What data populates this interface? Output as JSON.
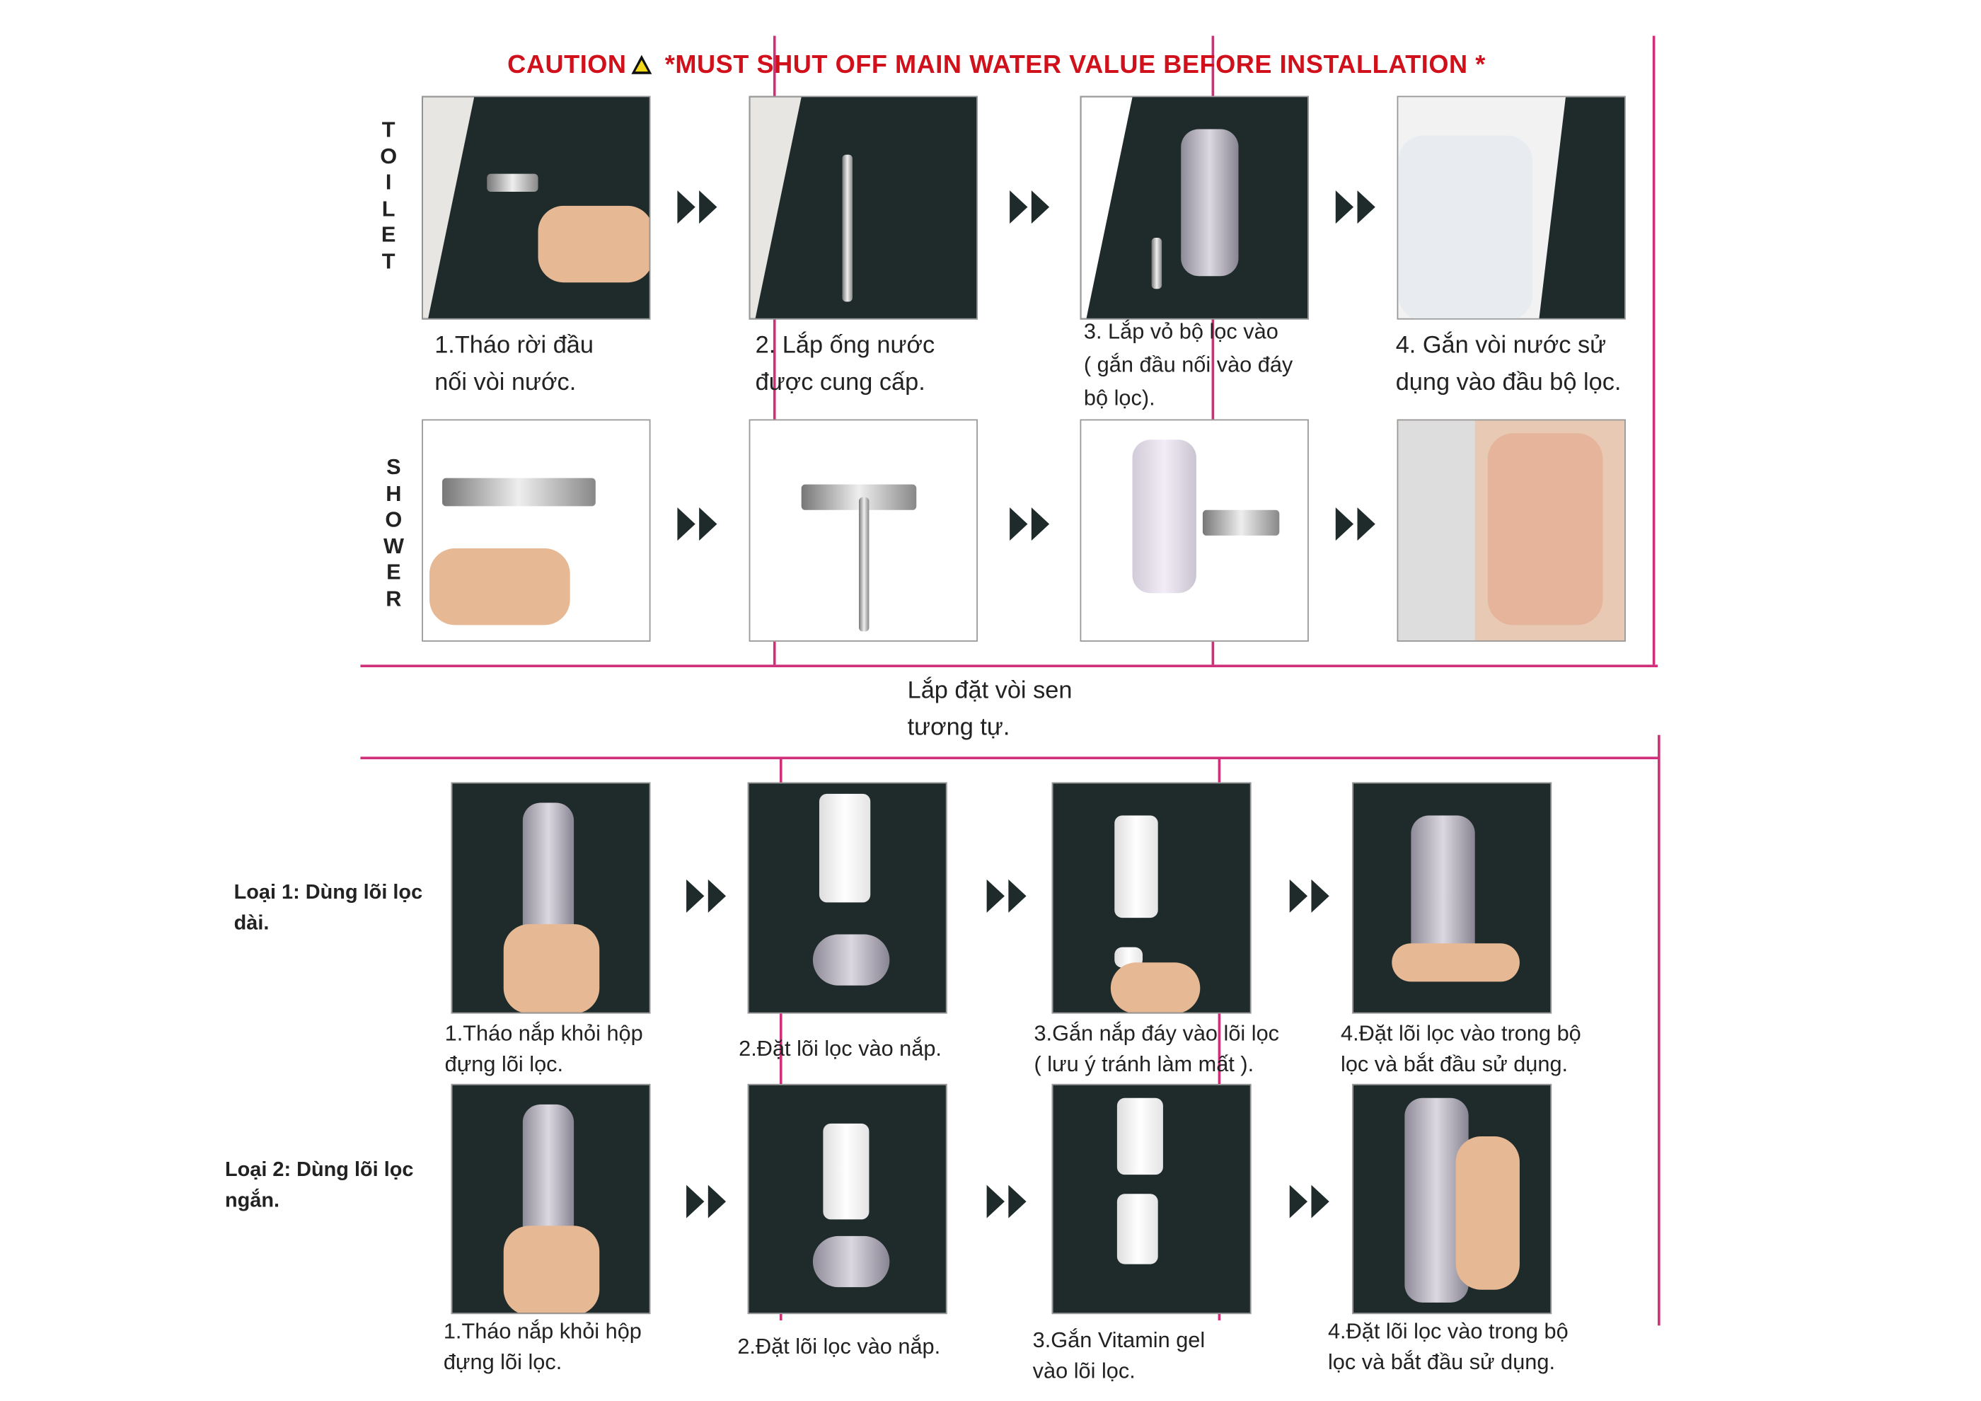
{
  "caution": {
    "label": "CAUTION",
    "message": "*MUST SHUT OFF MAIN WATER VALUE BEFORE INSTALLATION *",
    "color": "#d0101a",
    "icon": "warning-triangle-icon"
  },
  "toilet": {
    "label": [
      "T",
      "O",
      "I",
      "L",
      "E",
      "T"
    ],
    "steps": [
      {
        "line1": "1.Tháo rời đầu",
        "line2": "nối vòi nước."
      },
      {
        "line1": "2. Lắp ống nước",
        "line2": "được cung cấp."
      },
      {
        "line1": "3. Lắp vỏ bộ lọc vào",
        "line2": "( gắn đầu nối vào đáy",
        "line3": "bộ lọc)."
      },
      {
        "line1": "4. Gắn vòi nước sử",
        "line2": "dụng vào đầu bộ lọc."
      }
    ]
  },
  "shower": {
    "label": [
      "S",
      "H",
      "O",
      "W",
      "E",
      "R"
    ],
    "note1": "Lắp đặt vòi sen",
    "note2": "tương tự."
  },
  "type1": {
    "label1": "Loại 1: Dùng lõi lọc",
    "label2": "dài.",
    "steps": [
      {
        "line1": "1.Tháo nắp khỏi hộp",
        "line2": "đựng lõi lọc."
      },
      {
        "line1": "2.Đặt lõi lọc vào nắp."
      },
      {
        "line1": "3.Gắn nắp đáy vào lõi lọc",
        "line2": "( lưu ý tránh làm mất )."
      },
      {
        "line1": "4.Đặt lõi lọc vào trong bộ",
        "line2": "lọc và bắt đầu sử dụng."
      }
    ]
  },
  "type2": {
    "label1": "Loại 2: Dùng lõi lọc",
    "label2": "ngắn.",
    "steps": [
      {
        "line1": "1.Tháo nắp khỏi hộp",
        "line2": "đựng lõi lọc."
      },
      {
        "line1": "2.Đặt lõi lọc vào nắp."
      },
      {
        "line1": "3.Gắn Vitamin gel",
        "line2": "vào lõi lọc."
      },
      {
        "line1": "4.Đặt lõi lọc vào trong bộ",
        "line2": "lọc và bắt đầu sử dụng."
      }
    ]
  },
  "colors": {
    "guide_line": "#d0307a",
    "photo_bg": "#1f2b2b"
  }
}
